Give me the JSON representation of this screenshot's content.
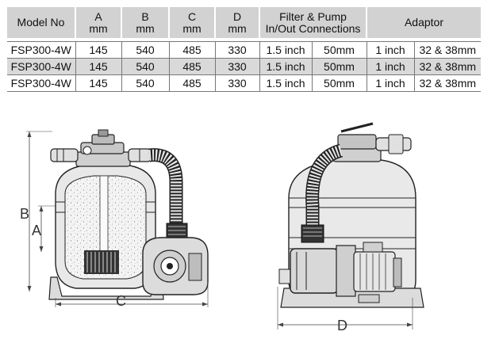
{
  "table": {
    "headers": [
      {
        "line1": "Model No",
        "line2": ""
      },
      {
        "line1": "A",
        "line2": "mm"
      },
      {
        "line1": "B",
        "line2": "mm"
      },
      {
        "line1": "C",
        "line2": "mm"
      },
      {
        "line1": "D",
        "line2": "mm"
      },
      {
        "line1": "Filter & Pump",
        "line2": "In/Out Connections"
      },
      {
        "line1": "Adaptor",
        "line2": ""
      }
    ],
    "rows": [
      [
        "FSP300-4W",
        "145",
        "540",
        "485",
        "330",
        "1.5 inch",
        "50mm",
        "1 inch",
        "32 & 38mm"
      ],
      [
        "FSP300-4W",
        "145",
        "540",
        "485",
        "330",
        "1.5 inch",
        "50mm",
        "1 inch",
        "32 & 38mm"
      ],
      [
        "FSP300-4W",
        "145",
        "540",
        "485",
        "330",
        "1.5 inch",
        "50mm",
        "1 inch",
        "32 & 38mm"
      ]
    ]
  },
  "diagram": {
    "label_a": "A",
    "label_b": "B",
    "label_c": "C",
    "label_d": "D"
  }
}
